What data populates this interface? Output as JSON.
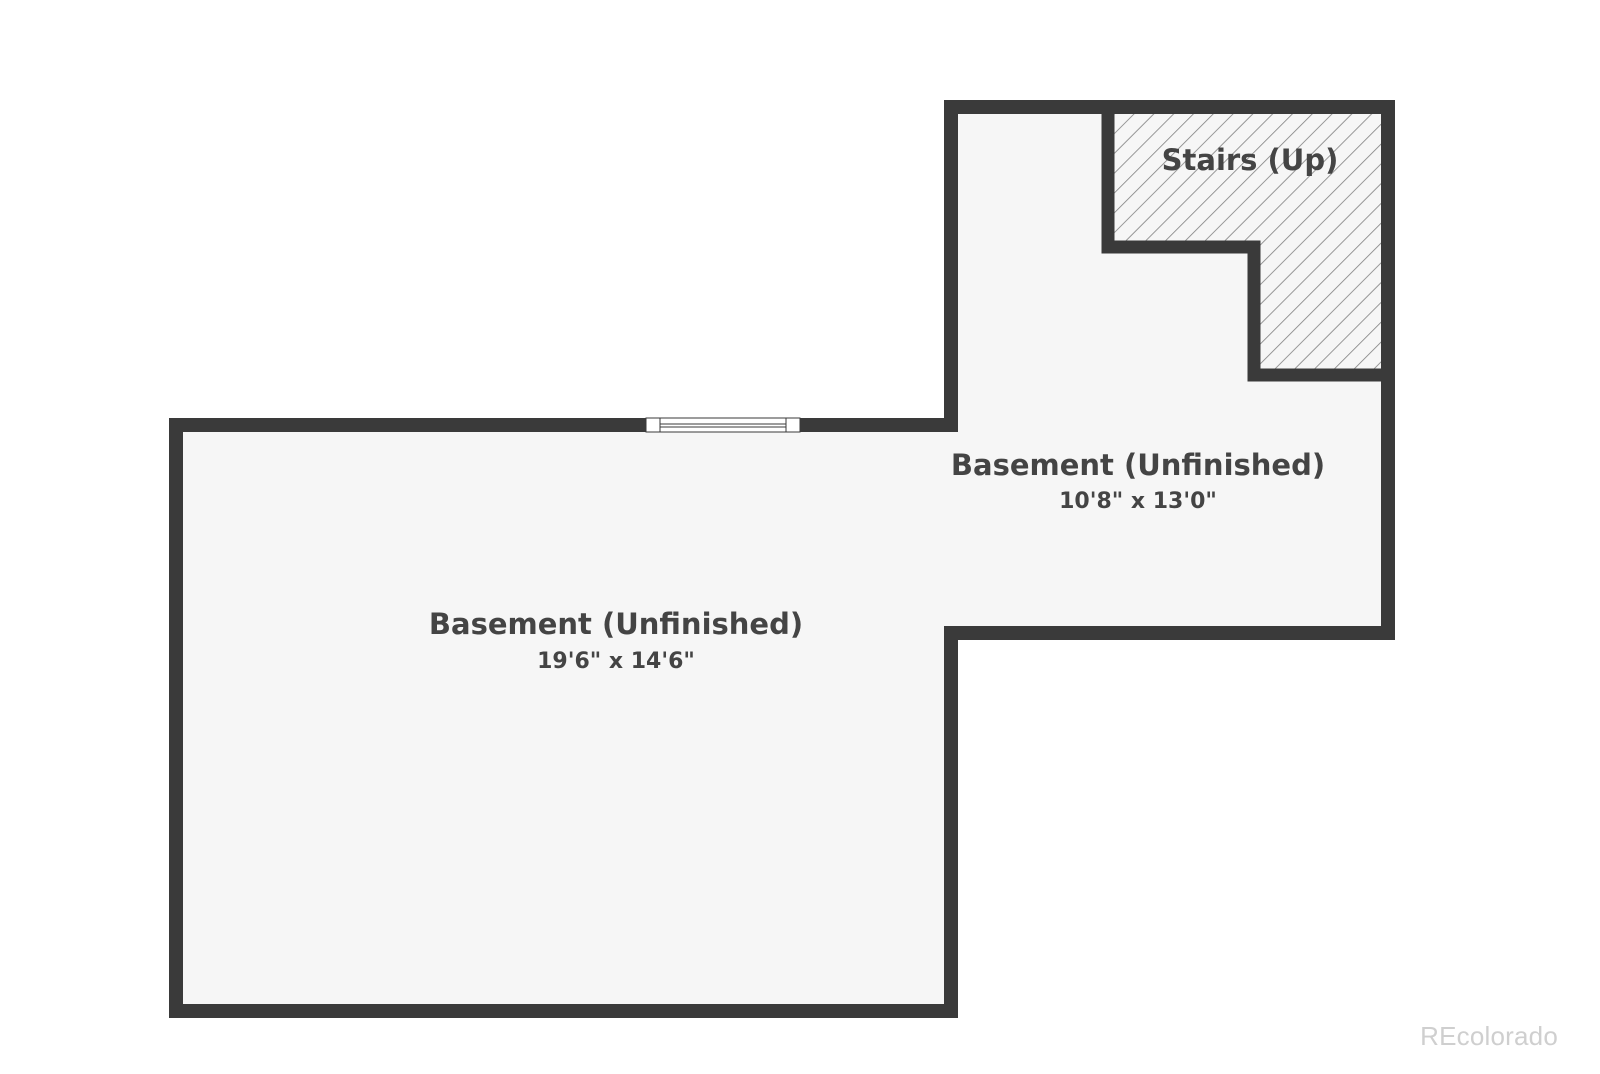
{
  "rooms": {
    "main_basement": {
      "name": "Basement (Unfinished)",
      "dimensions": "19'6\" x 14'6\""
    },
    "upper_basement": {
      "name": "Basement (Unfinished)",
      "dimensions": "10'8\" x 13'0\""
    },
    "stairs": {
      "name": "Stairs (Up)"
    }
  },
  "watermark": "REcolorado",
  "colors": {
    "wall": "#3a3a3a",
    "floor": "#f6f6f6",
    "hatch": "#7a7a7a",
    "text": "#444444",
    "watermark": "#cfcfcf"
  }
}
